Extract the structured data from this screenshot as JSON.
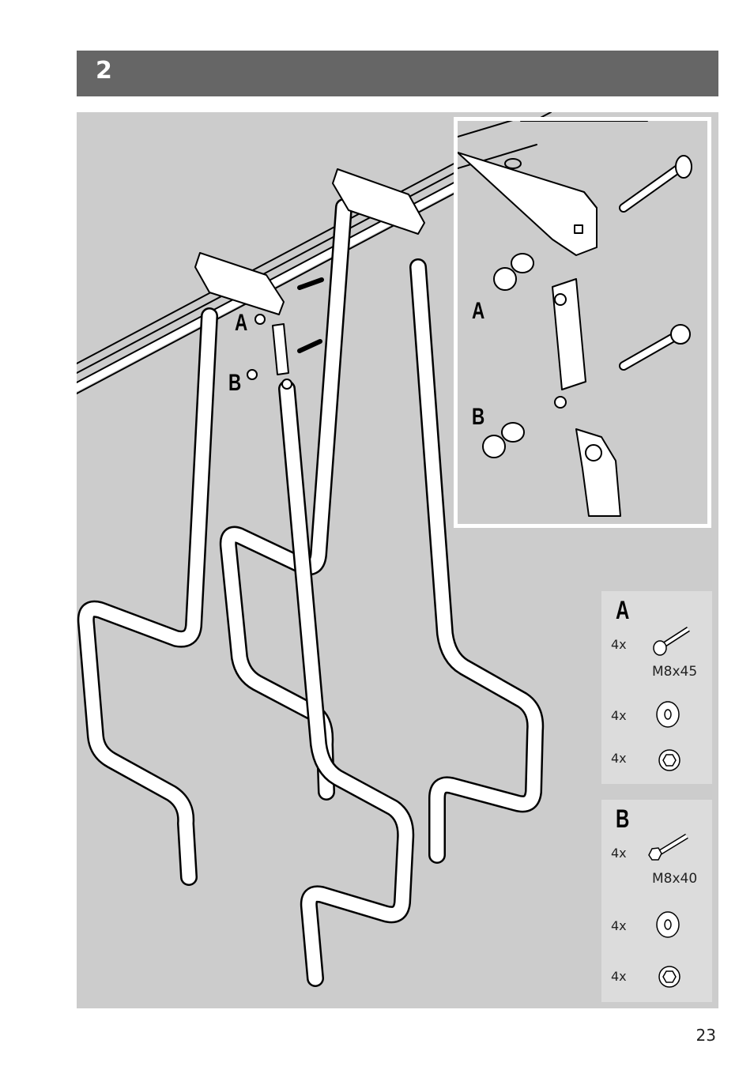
{
  "step": {
    "number": "2"
  },
  "illustration": {
    "callouts": {
      "a": "A",
      "b": "B"
    },
    "detail_callouts": {
      "a": "A",
      "b": "B"
    }
  },
  "parts": [
    {
      "letter": "A",
      "items": [
        {
          "qty": "4x",
          "icon": "carriage-bolt-icon",
          "size": "M8x45"
        },
        {
          "qty": "4x",
          "icon": "washer-icon"
        },
        {
          "qty": "4x",
          "icon": "cap-nut-icon"
        }
      ]
    },
    {
      "letter": "B",
      "items": [
        {
          "qty": "4x",
          "icon": "hex-bolt-icon",
          "size": "M8x40"
        },
        {
          "qty": "4x",
          "icon": "washer-icon"
        },
        {
          "qty": "4x",
          "icon": "cap-nut-icon"
        }
      ]
    }
  ],
  "page": {
    "number": "23"
  },
  "colors": {
    "header": "#666666",
    "panel": "#cccccc",
    "parts_box": "#dcdcdc"
  }
}
